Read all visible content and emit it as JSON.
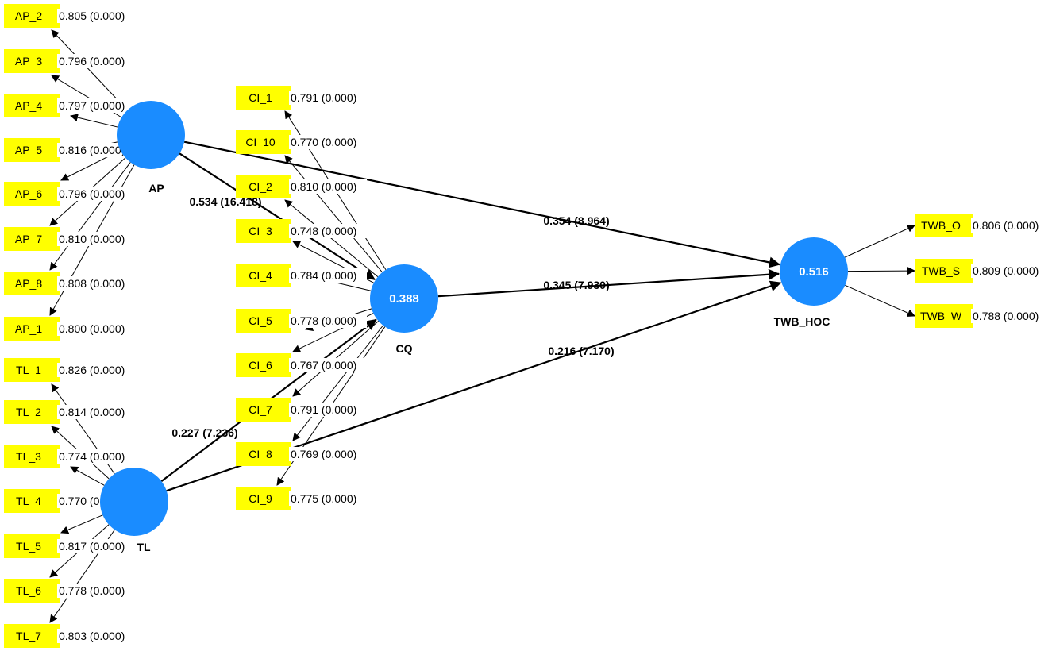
{
  "constructs": [
    {
      "id": "AP",
      "label": "AP",
      "r2": ""
    },
    {
      "id": "TL",
      "label": "TL",
      "r2": ""
    },
    {
      "id": "CQ",
      "label": "CQ",
      "r2": "0.388"
    },
    {
      "id": "TWB_HOC",
      "label": "TWB_HOC",
      "r2": "0.516"
    }
  ],
  "indicators": [
    {
      "construct": "AP",
      "name": "AP_2",
      "value": "0.805 (0.000)"
    },
    {
      "construct": "AP",
      "name": "AP_3",
      "value": "0.796 (0.000)"
    },
    {
      "construct": "AP",
      "name": "AP_4",
      "value": "0.797 (0.000)"
    },
    {
      "construct": "AP",
      "name": "AP_5",
      "value": "0.816 (0.000)"
    },
    {
      "construct": "AP",
      "name": "AP_6",
      "value": "0.796 (0.000)"
    },
    {
      "construct": "AP",
      "name": "AP_7",
      "value": "0.810 (0.000)"
    },
    {
      "construct": "AP",
      "name": "AP_8",
      "value": "0.808 (0.000)"
    },
    {
      "construct": "AP",
      "name": "AP_1",
      "value": "0.800 (0.000)"
    },
    {
      "construct": "TL",
      "name": "TL_1",
      "value": "0.826 (0.000)"
    },
    {
      "construct": "TL",
      "name": "TL_2",
      "value": "0.814 (0.000)"
    },
    {
      "construct": "TL",
      "name": "TL_3",
      "value": "0.774 (0.000)"
    },
    {
      "construct": "TL",
      "name": "TL_4",
      "value": "0.770 (0.000)"
    },
    {
      "construct": "TL",
      "name": "TL_5",
      "value": "0.817 (0.000)"
    },
    {
      "construct": "TL",
      "name": "TL_6",
      "value": "0.778 (0.000)"
    },
    {
      "construct": "TL",
      "name": "TL_7",
      "value": "0.803 (0.000)"
    },
    {
      "construct": "CQ",
      "name": "CI_1",
      "value": "0.791 (0.000)"
    },
    {
      "construct": "CQ",
      "name": "CI_10",
      "value": "0.770 (0.000)"
    },
    {
      "construct": "CQ",
      "name": "CI_2",
      "value": "0.810 (0.000)"
    },
    {
      "construct": "CQ",
      "name": "CI_3",
      "value": "0.748 (0.000)"
    },
    {
      "construct": "CQ",
      "name": "CI_4",
      "value": "0.784 (0.000)"
    },
    {
      "construct": "CQ",
      "name": "CI_5",
      "value": "0.778 (0.000)"
    },
    {
      "construct": "CQ",
      "name": "CI_6",
      "value": "0.767 (0.000)"
    },
    {
      "construct": "CQ",
      "name": "CI_7",
      "value": "0.791 (0.000)"
    },
    {
      "construct": "CQ",
      "name": "CI_8",
      "value": "0.769 (0.000)"
    },
    {
      "construct": "CQ",
      "name": "CI_9",
      "value": "0.775 (0.000)"
    },
    {
      "construct": "TWB_HOC",
      "name": "TWB_O",
      "value": "0.806 (0.000)"
    },
    {
      "construct": "TWB_HOC",
      "name": "TWB_S",
      "value": "0.809 (0.000)"
    },
    {
      "construct": "TWB_HOC",
      "name": "TWB_W",
      "value": "0.788 (0.000)"
    }
  ],
  "paths": [
    {
      "from": "AP",
      "to": "CQ",
      "label": "0.534 (16.418)"
    },
    {
      "from": "AP",
      "to": "TWB_HOC",
      "label": "0.354 (8.964)"
    },
    {
      "from": "CQ",
      "to": "TWB_HOC",
      "label": "0.345 (7.930)"
    },
    {
      "from": "TL",
      "to": "TWB_HOC",
      "label": "0.216 (7.170)"
    },
    {
      "from": "TL",
      "to": "CQ",
      "label": "0.227 (7.236)"
    }
  ],
  "colors": {
    "construct_fill": "#1a8cff",
    "indicator_fill": "#ffff00",
    "line": "#000000"
  }
}
